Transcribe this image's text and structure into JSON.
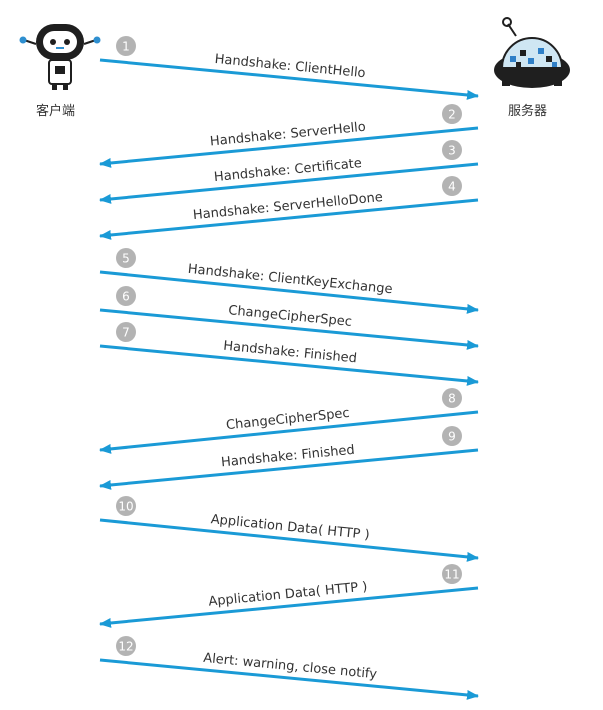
{
  "client": {
    "label": "客户端"
  },
  "server": {
    "label": "服务器"
  },
  "colors": {
    "arrow": "#1a9ad6",
    "badge": "#b3b3b3",
    "badge_text": "#ffffff",
    "label": "#333333",
    "robot_dark": "#1f1f1f",
    "robot_accent": "#2e8fd0",
    "server_dome": "#cfe6f3",
    "server_pixels": "#2f7fc7"
  },
  "steps": [
    {
      "n": "1",
      "dir": "c2s",
      "label": "Handshake: ClientHello"
    },
    {
      "n": "2",
      "dir": "s2c",
      "label": "Handshake: ServerHello"
    },
    {
      "n": "3",
      "dir": "s2c",
      "label": "Handshake: Certificate"
    },
    {
      "n": "4",
      "dir": "s2c",
      "label": "Handshake: ServerHelloDone"
    },
    {
      "n": "5",
      "dir": "c2s",
      "label": "Handshake: ClientKeyExchange"
    },
    {
      "n": "6",
      "dir": "c2s",
      "label": "ChangeCipherSpec"
    },
    {
      "n": "7",
      "dir": "c2s",
      "label": "Handshake: Finished"
    },
    {
      "n": "8",
      "dir": "s2c",
      "label": "ChangeCipherSpec"
    },
    {
      "n": "9",
      "dir": "s2c",
      "label": "Handshake: Finished"
    },
    {
      "n": "10",
      "dir": "c2s",
      "label": "Application Data( HTTP )"
    },
    {
      "n": "11",
      "dir": "s2c",
      "label": "Application Data( HTTP )"
    },
    {
      "n": "12",
      "dir": "c2s",
      "label": "Alert: warning, close notify"
    }
  ]
}
